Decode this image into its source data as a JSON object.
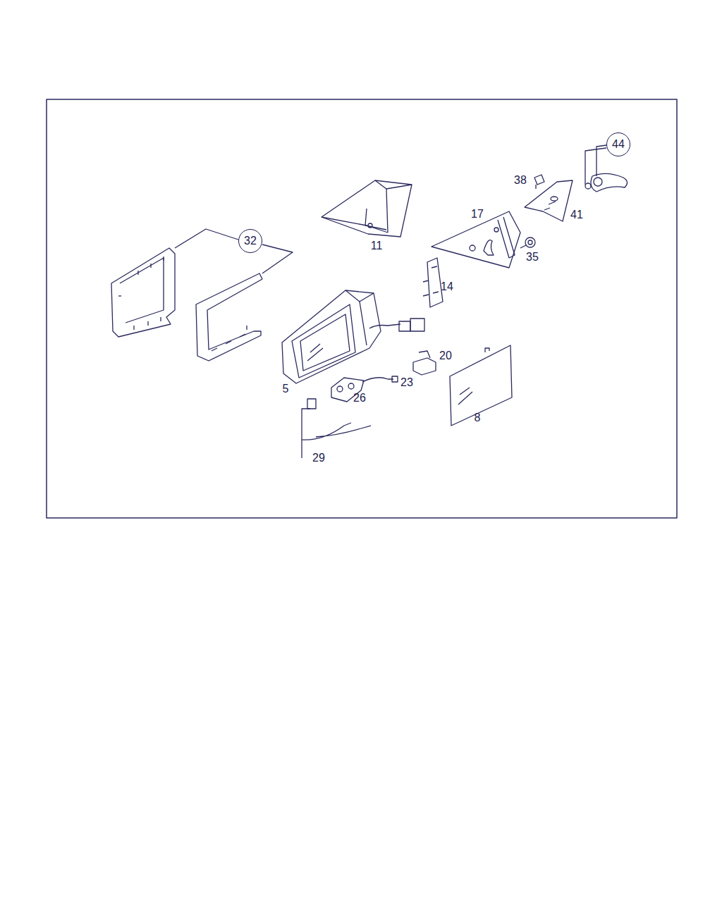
{
  "diagram": {
    "nodes": [
      {
        "text": [
          "44"
        ]
      },
      {
        "text": [
          "32"
        ]
      }
    ],
    "edges": [],
    "labels": [
      "38",
      "17",
      "41",
      "11",
      "35",
      "14",
      "20",
      "23",
      "5",
      "26",
      "8",
      "29"
    ]
  }
}
